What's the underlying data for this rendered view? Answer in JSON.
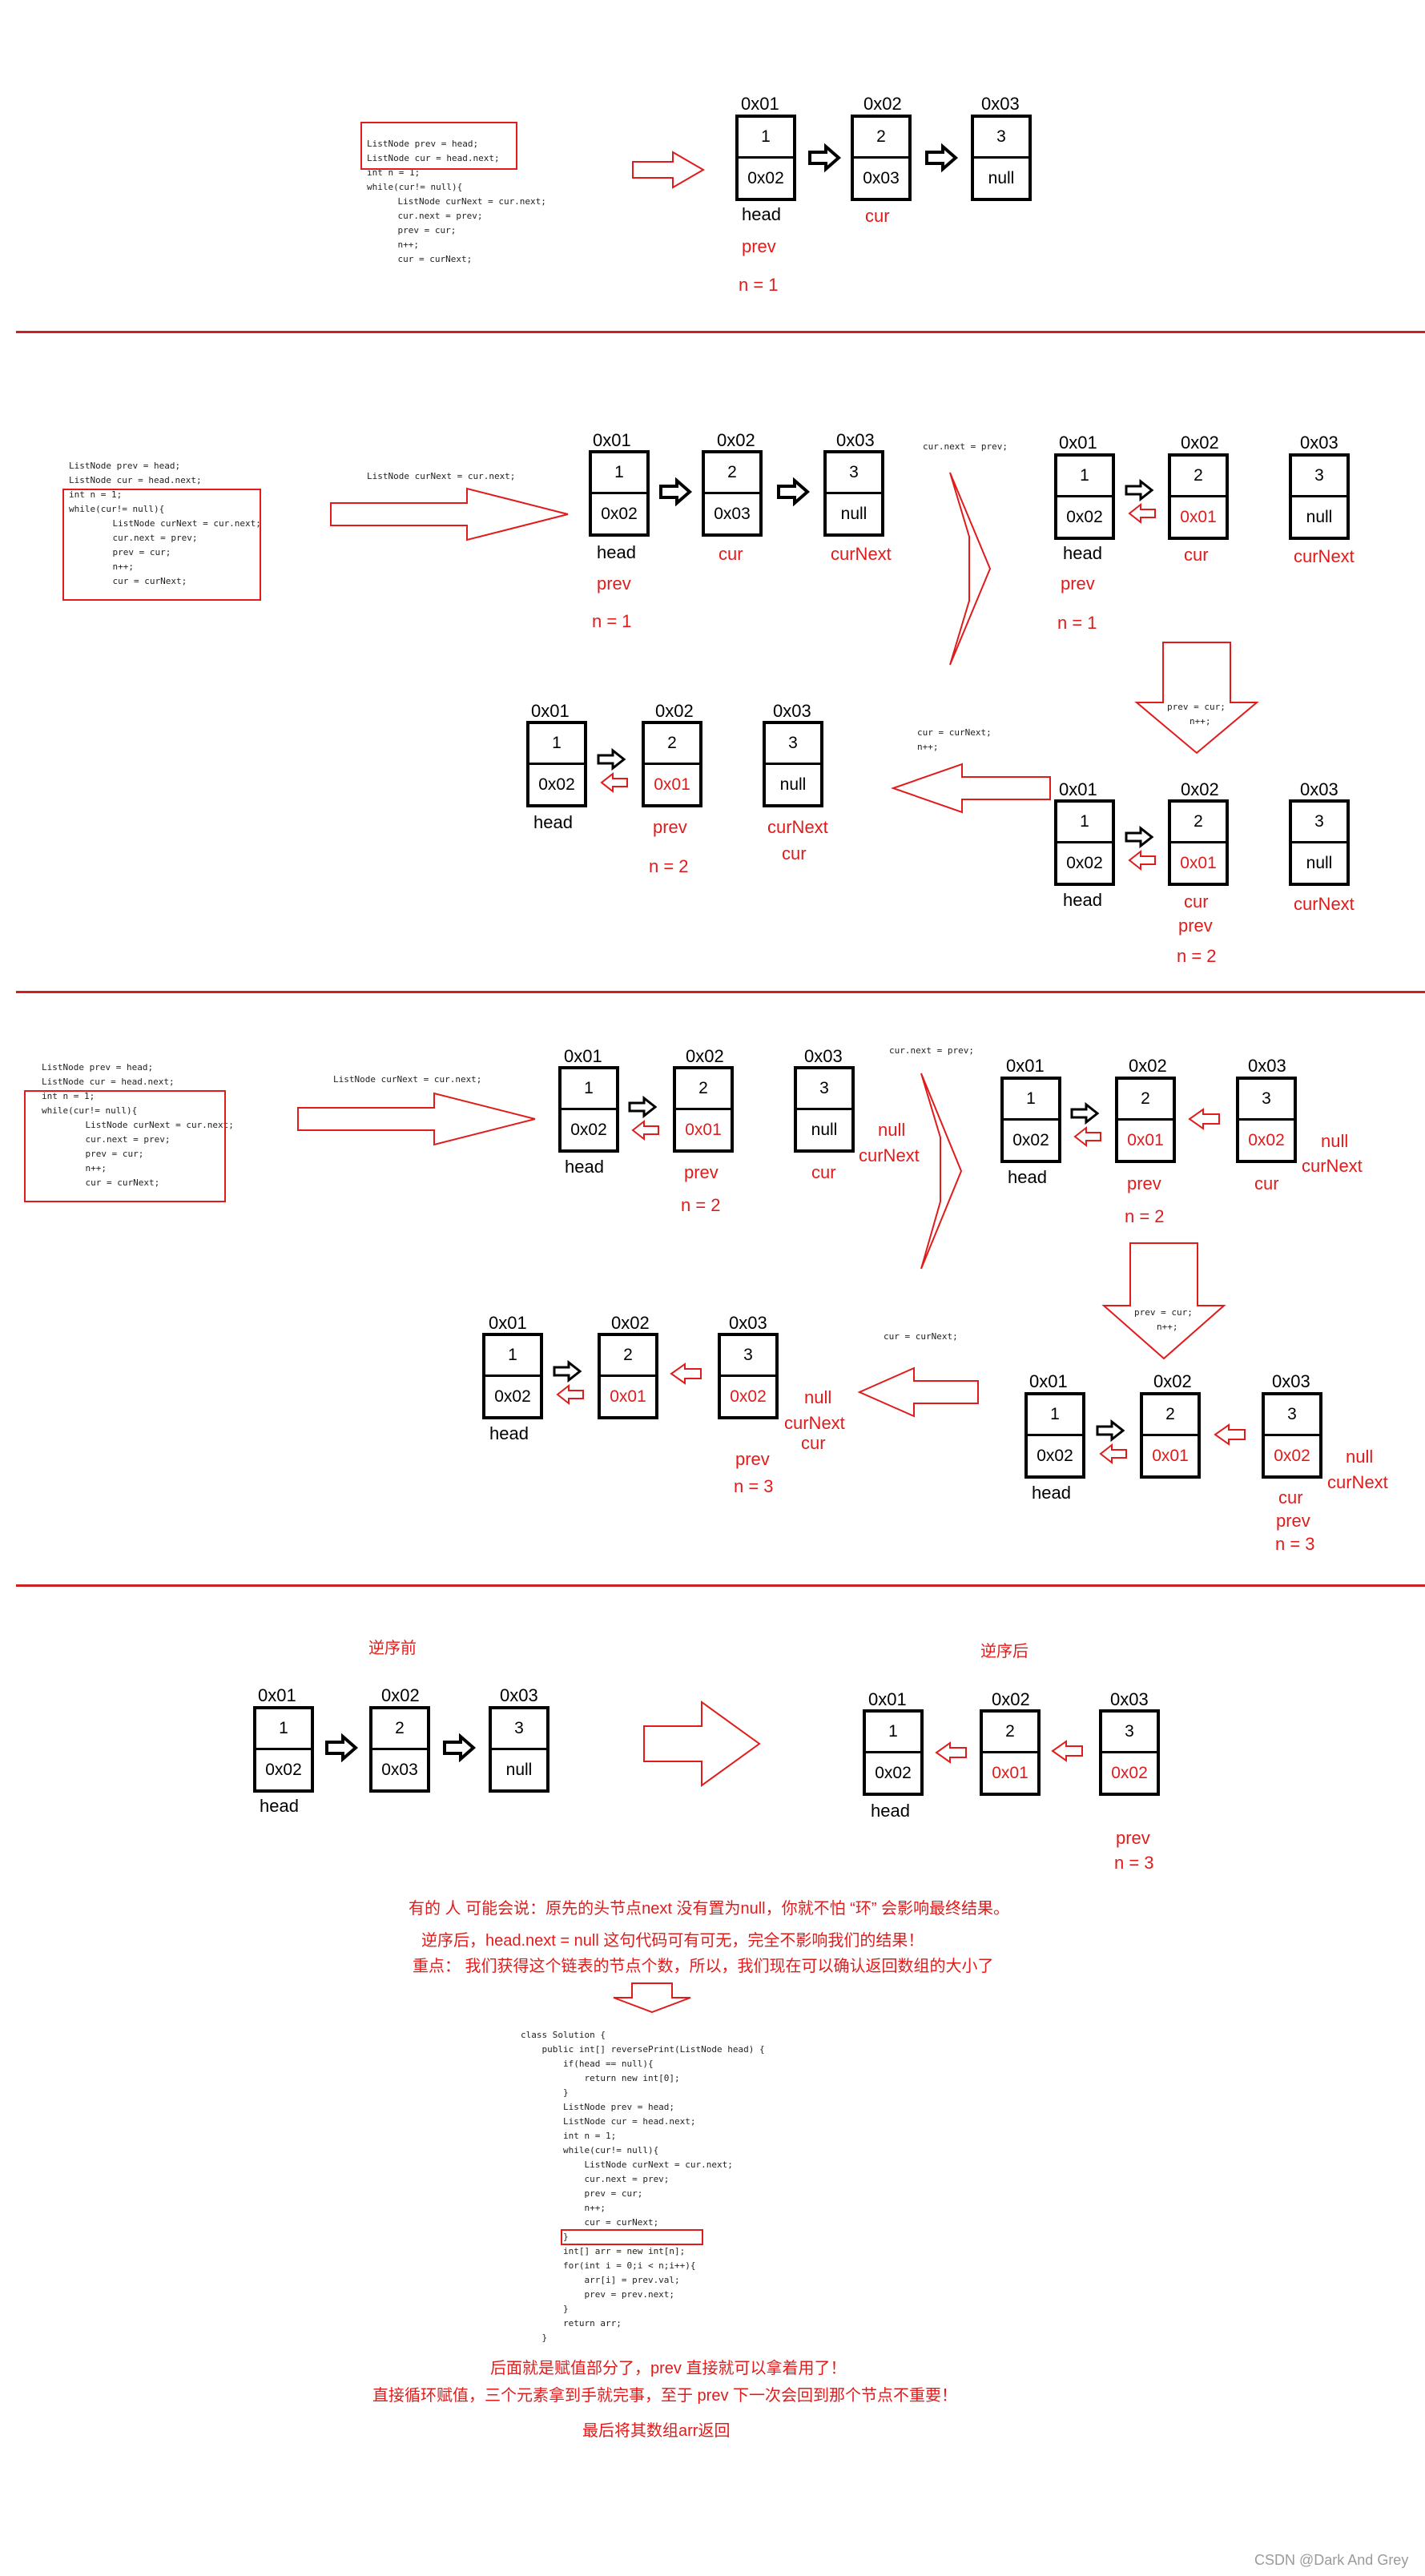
{
  "watermark": "CSDN @Dark And Grey",
  "code_init": [
    "ListNode prev = head;",
    "ListNode cur = head.next;",
    "int n = 1;"
  ],
  "code_loop": [
    "while(cur!= null){",
    "    ListNode curNext = cur.next;",
    "    cur.next = prev;",
    "    prev = cur;",
    "    n++;",
    "    cur = curNext;",
    "}"
  ],
  "snippets": {
    "curNext": "ListNode curNext = cur.next;",
    "curNext_set": "cur.next = prev;",
    "prev_cur": "prev = cur;",
    "npp": "n++;",
    "cur_curNext": "cur = curNext;"
  },
  "nodes": {
    "addr1": "0x01",
    "addr2": "0x02",
    "addr3": "0x03",
    "val1": "1",
    "val2": "2",
    "val3": "3",
    "n1": "0x02",
    "n2": "0x03",
    "n_null": "null",
    "n_back1": "0x01",
    "n_back2": "0x02"
  },
  "labels": {
    "head": "head",
    "prev": "prev",
    "cur": "cur",
    "curNext": "curNext",
    "null": "null",
    "n1": "n = 1",
    "n2": "n = 2",
    "n3": "n = 3"
  },
  "section4": {
    "before": "逆序前",
    "after": "逆序后",
    "note1": "有的 人 可能会说：原先的头节点next 没有置为null，你就不怕 “环” 会影响最终结果。",
    "note2": "逆序后，head.next = null 这句代码可有可无，完全不影响我们的结果！",
    "note3": "重点： 我们获得这个链表的节点个数，所以，我们现在可以确认返回数组的大小了",
    "note4": "后面就是赋值部分了，prev  直接就可以拿着用了！",
    "note5": "直接循环赋值，三个元素拿到手就完事，至于 prev 下一次会回到那个节点不重要！",
    "note6": "最后将其数组arr返回"
  },
  "final_code": [
    "class Solution {",
    "    public int[] reversePrint(ListNode head) {",
    "        if(head == null){",
    "            return new int[0];",
    "        }",
    "        ListNode prev = head;",
    "        ListNode cur = head.next;",
    "        int n = 1;",
    "        while(cur!= null){",
    "            ListNode curNext = cur.next;",
    "            cur.next = prev;",
    "            prev = cur;",
    "            n++;",
    "            cur = curNext;",
    "        }",
    "        int[] arr = new int[n];",
    "        for(int i = 0;i < n;i++){",
    "            arr[i] = prev.val;",
    "            prev = prev.next;",
    "        }",
    "        return arr;",
    "    }",
    "}"
  ],
  "colors": {
    "red": "#e01b1b",
    "black": "#000000",
    "blue": "#2a55d4"
  }
}
